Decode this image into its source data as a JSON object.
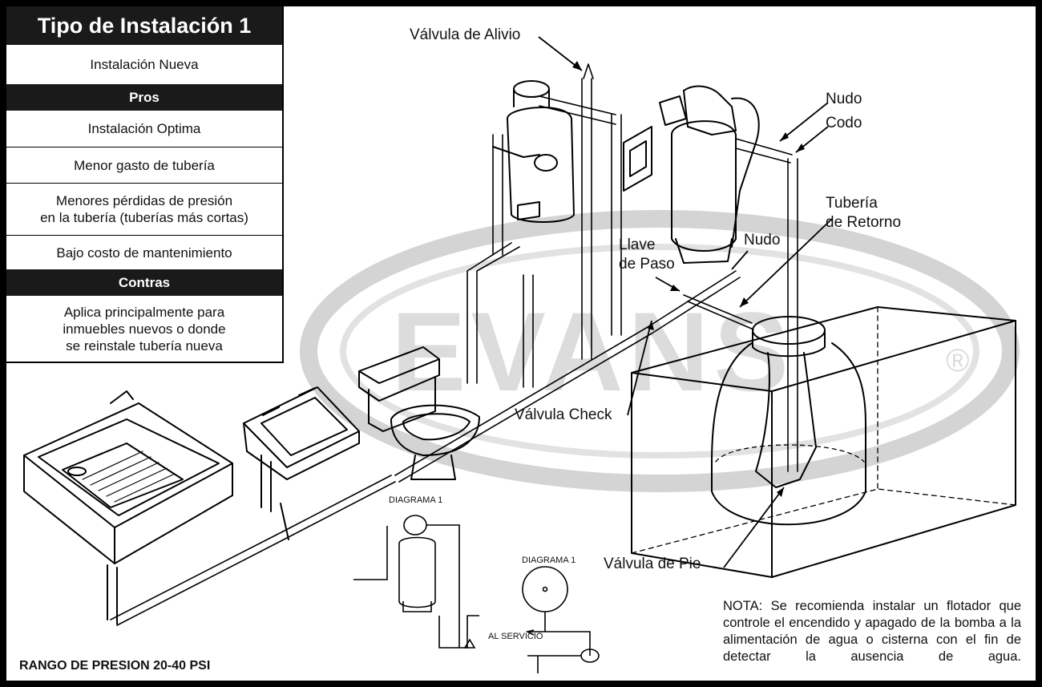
{
  "panel": {
    "title": "Tipo de Instalación 1",
    "subtitle": "Instalación Nueva",
    "pros_heading": "Pros",
    "pros": [
      "Instalación Optima",
      "Menor gasto de tubería",
      "Menores pérdidas de presión\nen la tubería (tuberías más cortas)",
      "Bajo costo de mantenimiento"
    ],
    "cons_heading": "Contras",
    "cons": [
      "Aplica principalmente para\ninmuebles nuevos o donde\nse reinstale tubería nueva"
    ]
  },
  "labels": {
    "relief_valve": "Válvula de Alivio",
    "union_top": "Nudo",
    "elbow": "Codo",
    "return_pipe": "Tubería\nde Retorno",
    "union_bottom": "Nudo",
    "stop_valve": "Llave\nde Paso",
    "check_valve": "Válvula Check",
    "foot_valve": "Válvula de Pie"
  },
  "diagrams": {
    "label_a": "DIAGRAMA 1",
    "label_b": "DIAGRAMA 1",
    "service": "AL SERVICIO"
  },
  "footer": {
    "pressure_range": "RANGO DE PRESION 20-40 PSI"
  },
  "note": "NOTA: Se recomienda instalar un flotador que controle el encendido y apagado de la bomba a la alimentación de agua o cisterna con el fin de detectar la ausencia de agua.",
  "watermark": {
    "text": "EVANS",
    "registered": "®"
  }
}
